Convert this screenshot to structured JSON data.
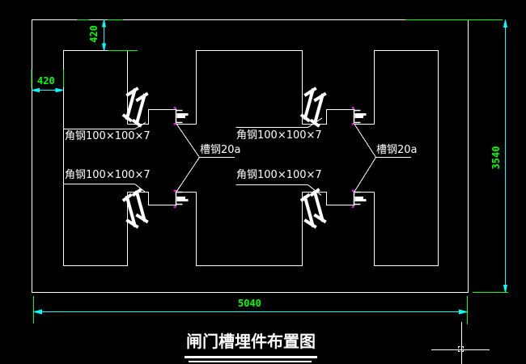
{
  "title_block": {
    "drawing_title": "闸门槽埋件布置图"
  },
  "annotations": {
    "angle_steel_top_left": "角钢100×100×7",
    "angle_steel_bottom_left": "角钢100×100×7",
    "angle_steel_top_middle": "角钢100×100×7",
    "angle_steel_bottom_middle": "角钢100×100×7",
    "channel_steel_left": "槽钢20a",
    "channel_steel_right": "槽钢20a"
  },
  "dimensions": {
    "top_opening_offset": "420",
    "left_edge_offset": "420",
    "overall_height": "3540",
    "overall_width": "5040"
  },
  "colors": {
    "background": "#000000",
    "geometry": "#FFFFFF",
    "dimension_line": "#00FFFF",
    "dimension_text": "#00FF00",
    "node_marker": "#FF00FF"
  }
}
